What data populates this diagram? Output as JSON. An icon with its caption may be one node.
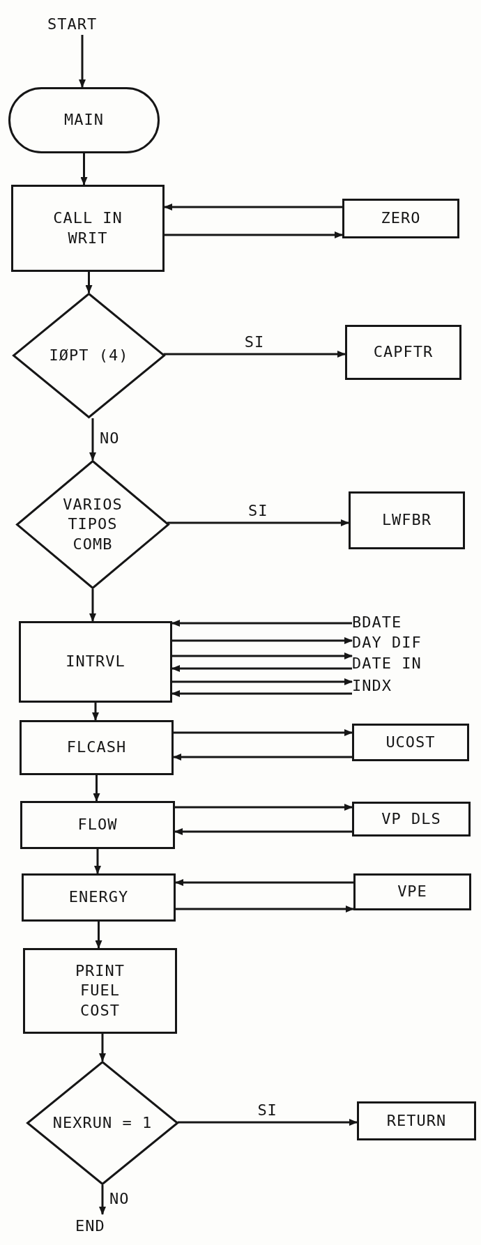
{
  "diagram": {
    "nodes": [
      {
        "text": [
          "START"
        ]
      },
      {
        "text": [
          "MAIN"
        ]
      },
      {
        "text": [
          "CALL IN WRIT"
        ]
      },
      {
        "text": [
          "ZERO"
        ]
      },
      {
        "text": [
          "IØPT (4)"
        ]
      },
      {
        "text": [
          "CAPFTR"
        ]
      },
      {
        "text": [
          "VARIOS TIPOS COMB"
        ]
      },
      {
        "text": [
          "LWFBR"
        ]
      },
      {
        "text": [
          "INTRVL"
        ]
      },
      {
        "text": [
          "BDATE"
        ]
      },
      {
        "text": [
          "DAY DIF"
        ]
      },
      {
        "text": [
          "DATE IN"
        ]
      },
      {
        "text": [
          "INDX"
        ]
      },
      {
        "text": [
          "FLCASH"
        ]
      },
      {
        "text": [
          "UCOST"
        ]
      },
      {
        "text": [
          "FLOW"
        ]
      },
      {
        "text": [
          "VP DLS"
        ]
      },
      {
        "text": [
          "ENERGY"
        ]
      },
      {
        "text": [
          "VPE"
        ]
      },
      {
        "text": [
          "PRINT FUEL COST"
        ]
      },
      {
        "text": [
          "NEXRUN = 1"
        ]
      },
      {
        "text": [
          "RETURN"
        ]
      },
      {
        "text": [
          "END"
        ]
      }
    ],
    "edges": [
      {
        "from": 0,
        "to": 1,
        "arrow": "to"
      },
      {
        "from": 1,
        "to": 2,
        "arrow": "to"
      },
      {
        "from": 3,
        "to": 2,
        "arrow": "to"
      },
      {
        "from": 2,
        "to": 3,
        "arrow": "to"
      },
      {
        "from": 2,
        "to": 4,
        "arrow": "to"
      },
      {
        "from": 4,
        "to": 5,
        "arrow": "to",
        "label": "SI"
      },
      {
        "from": 4,
        "to": 6,
        "arrow": "to",
        "label": "NO"
      },
      {
        "from": 6,
        "to": 7,
        "arrow": "to",
        "label": "SI"
      },
      {
        "from": 6,
        "to": 8,
        "arrow": "to"
      },
      {
        "from": 9,
        "to": 8,
        "arrow": "to"
      },
      {
        "from": 8,
        "to": 10,
        "arrow": "to"
      },
      {
        "from": 8,
        "to": 11,
        "arrow": "to"
      },
      {
        "from": 11,
        "to": 8,
        "arrow": "to"
      },
      {
        "from": 8,
        "to": 12,
        "arrow": "to"
      },
      {
        "from": 12,
        "to": 8,
        "arrow": "to"
      },
      {
        "from": 8,
        "to": 13,
        "arrow": "to"
      },
      {
        "from": 13,
        "to": 14,
        "arrow": "to"
      },
      {
        "from": 14,
        "to": 13,
        "arrow": "to"
      },
      {
        "from": 13,
        "to": 15,
        "arrow": "to"
      },
      {
        "from": 15,
        "to": 16,
        "arrow": "to"
      },
      {
        "from": 16,
        "to": 15,
        "arrow": "to"
      },
      {
        "from": 15,
        "to": 17,
        "arrow": "to"
      },
      {
        "from": 18,
        "to": 17,
        "arrow": "to"
      },
      {
        "from": 17,
        "to": 18,
        "arrow": "to"
      },
      {
        "from": 17,
        "to": 19,
        "arrow": "to"
      },
      {
        "from": 19,
        "to": 20,
        "arrow": "to"
      },
      {
        "from": 20,
        "to": 21,
        "arrow": "to",
        "label": "SI"
      },
      {
        "from": 20,
        "to": 22,
        "arrow": "to",
        "label": "NO"
      }
    ]
  }
}
